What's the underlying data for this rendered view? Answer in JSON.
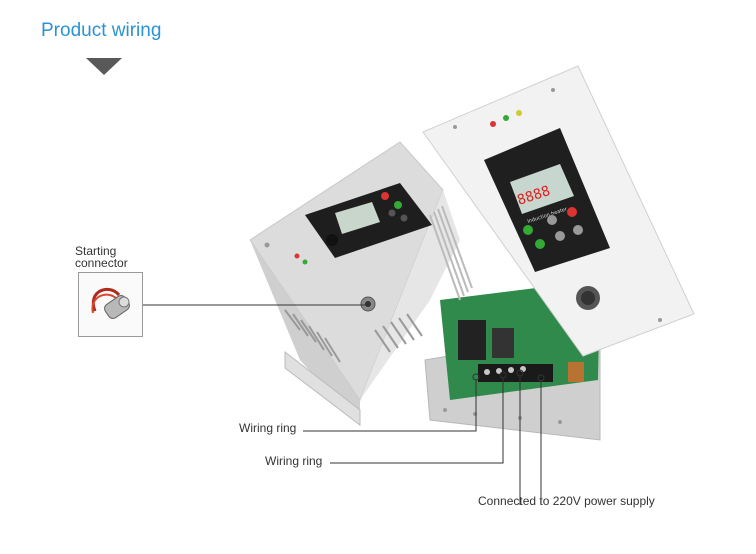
{
  "header": {
    "title": "Product wiring",
    "accent_color": "#2a93d5",
    "arrow_icon": "triangle-down-icon"
  },
  "labels": {
    "starting_connector_line1": "Starting",
    "starting_connector_line2": "connector",
    "wiring_ring_1": "Wiring ring",
    "wiring_ring_2": "Wiring ring",
    "power_supply": "Connected to 220V power supply"
  },
  "device": {
    "display_digits": "8888",
    "panel_caption": "Induction heater"
  }
}
